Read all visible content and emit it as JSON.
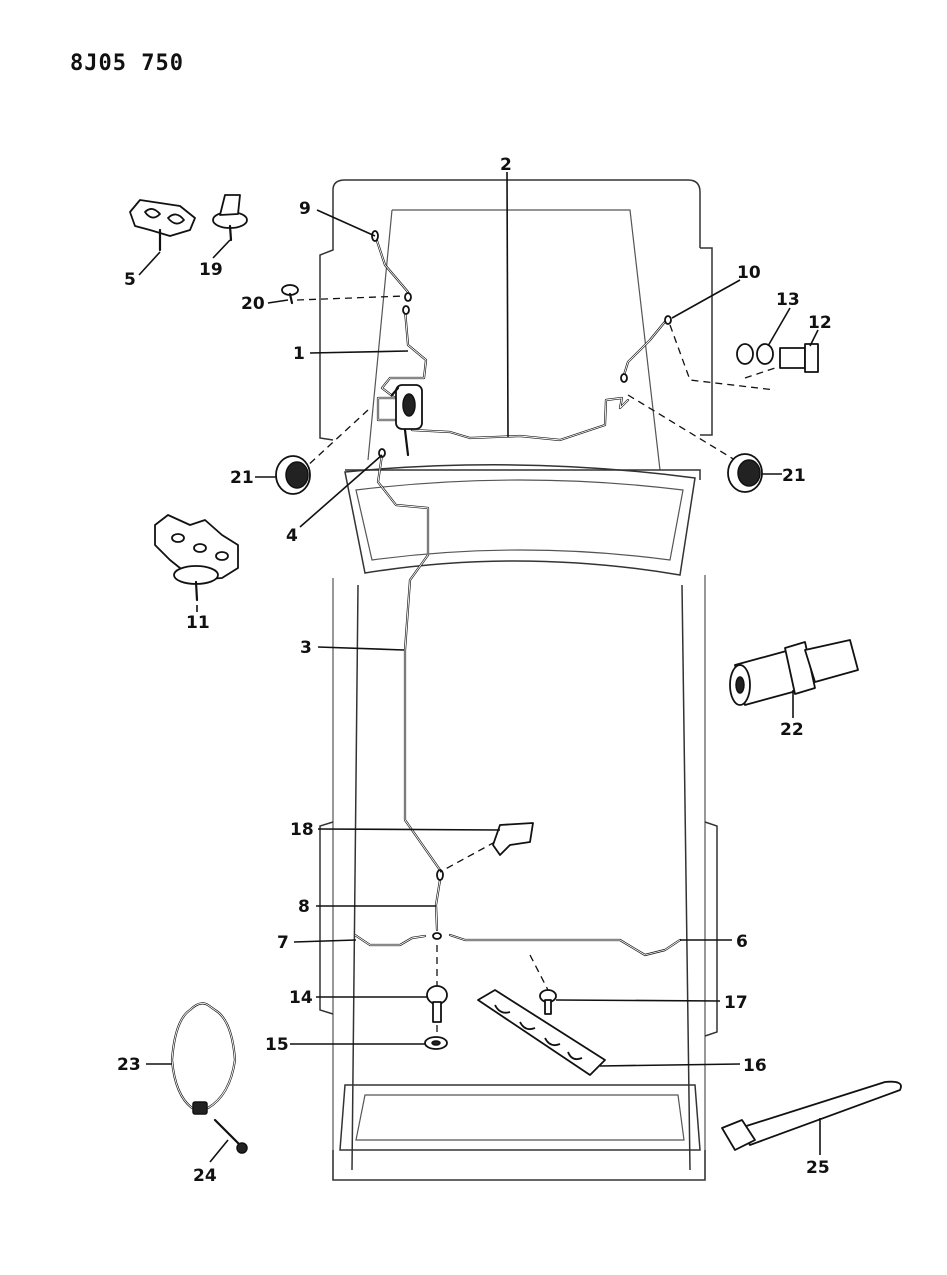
{
  "drawing_code": "8J05 750",
  "callouts": {
    "c1": "1",
    "c2": "2",
    "c3": "3",
    "c4": "4",
    "c5": "5",
    "c6": "6",
    "c7": "7",
    "c8": "8",
    "c9": "9",
    "c10": "10",
    "c11": "11",
    "c12": "12",
    "c13": "13",
    "c14": "14",
    "c15": "15",
    "c16": "16",
    "c17": "17",
    "c18": "18",
    "c19": "19",
    "c20": "20",
    "c21a": "21",
    "c21b": "21",
    "c22": "22",
    "c23": "23",
    "c24": "24",
    "c25": "25"
  }
}
